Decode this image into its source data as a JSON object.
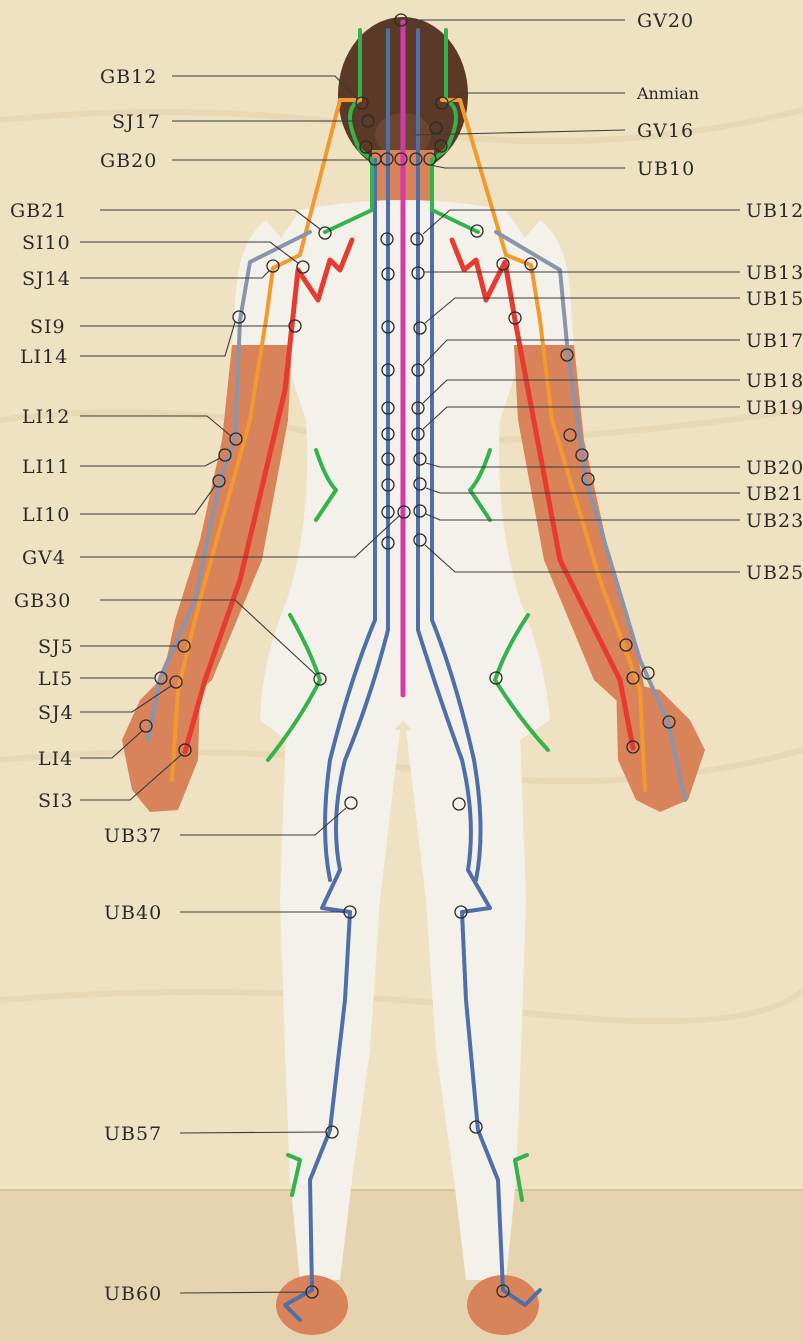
{
  "points_left": [
    {
      "id": "GB12",
      "text": "GB12"
    },
    {
      "id": "SJ17",
      "text": "SJ17"
    },
    {
      "id": "GB20",
      "text": "GB20"
    },
    {
      "id": "GB21",
      "text": "GB21"
    },
    {
      "id": "SI10",
      "text": "SI10"
    },
    {
      "id": "SJ14",
      "text": "SJ14"
    },
    {
      "id": "SI9",
      "text": "SI9"
    },
    {
      "id": "LI14",
      "text": "LI14"
    },
    {
      "id": "LI12",
      "text": "LI12"
    },
    {
      "id": "LI11",
      "text": "LI11"
    },
    {
      "id": "LI10",
      "text": "LI10"
    },
    {
      "id": "GV4",
      "text": "GV4"
    },
    {
      "id": "GB30",
      "text": "GB30"
    },
    {
      "id": "SJ5",
      "text": "SJ5"
    },
    {
      "id": "LI5",
      "text": "LI5"
    },
    {
      "id": "SJ4",
      "text": "SJ4"
    },
    {
      "id": "LI4",
      "text": "LI4"
    },
    {
      "id": "SI3",
      "text": "SI3"
    },
    {
      "id": "UB37",
      "text": "UB37"
    },
    {
      "id": "UB40",
      "text": "UB40"
    },
    {
      "id": "UB57",
      "text": "UB57"
    },
    {
      "id": "UB60",
      "text": "UB60"
    }
  ],
  "points_right": [
    {
      "id": "GV20",
      "text": "GV20"
    },
    {
      "id": "Anmian",
      "text": "Anmian"
    },
    {
      "id": "GV16",
      "text": "GV16"
    },
    {
      "id": "UB10",
      "text": "UB10"
    },
    {
      "id": "UB12",
      "text": "UB12"
    },
    {
      "id": "UB13",
      "text": "UB13"
    },
    {
      "id": "UB15",
      "text": "UB15"
    },
    {
      "id": "UB17",
      "text": "UB17"
    },
    {
      "id": "UB18",
      "text": "UB18"
    },
    {
      "id": "UB19",
      "text": "UB19"
    },
    {
      "id": "UB20",
      "text": "UB20"
    },
    {
      "id": "UB21",
      "text": "UB21"
    },
    {
      "id": "UB23",
      "text": "UB23"
    },
    {
      "id": "UB25",
      "text": "UB25"
    }
  ],
  "meridian_colors": {
    "governor": "#d63aa8",
    "bladder": "#4f6fa8",
    "gallbladder": "#34b34a",
    "small_intestine": "#e63b2e",
    "san_jiao": "#f29a2e",
    "large_intestine": "#8a95ac"
  },
  "background_colors": {
    "wall": "#efe2c3",
    "floor": "#e6d3b0",
    "suit": "#f4f1ea",
    "skin": "#d9835a",
    "hair": "#5a3a26"
  }
}
